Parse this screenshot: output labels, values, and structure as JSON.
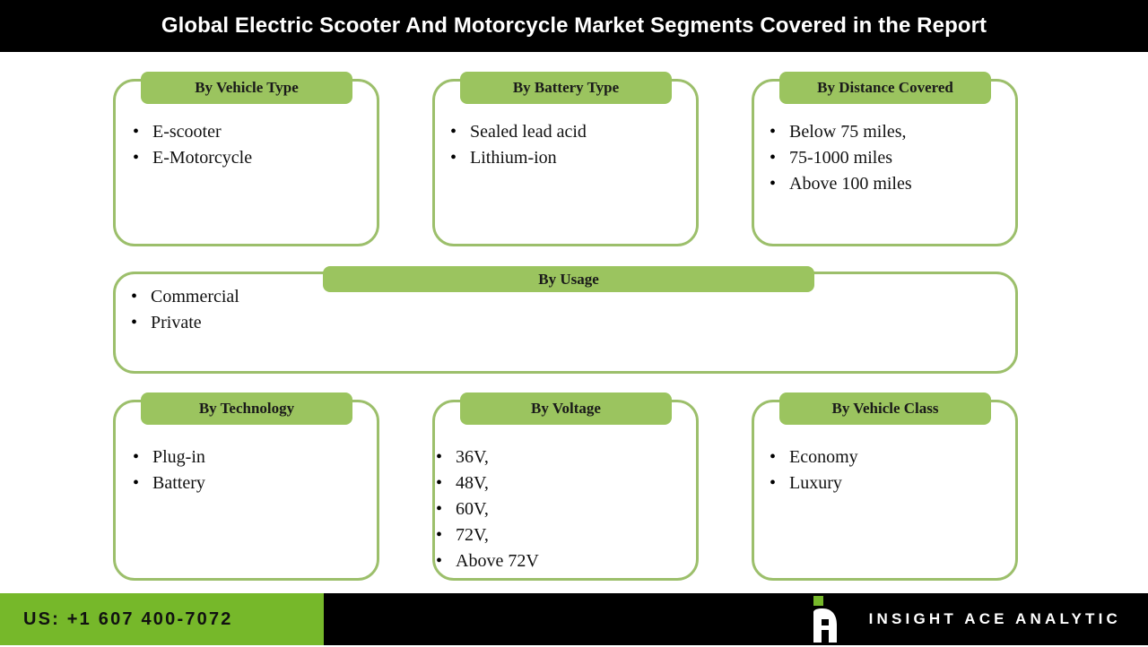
{
  "header": {
    "title": "Global Electric Scooter And Motorcycle Market Segments Covered in the Report",
    "background_color": "#000000",
    "text_color": "#ffffff"
  },
  "theme": {
    "pill_green": "#9BC45F",
    "card_border_green": "#9CBF6B",
    "footer_green": "#76B82A",
    "card_background": "#ffffff",
    "text_color": "#111111"
  },
  "segments": [
    {
      "title": "By Vehicle Type",
      "items": [
        "E-scooter",
        "E-Motorcycle"
      ]
    },
    {
      "title": "By Battery Type",
      "items": [
        "Sealed lead acid",
        "Lithium-ion"
      ]
    },
    {
      "title": "By Distance Covered",
      "items": [
        "Below 75 miles,",
        "75-1000 miles",
        "Above 100 miles"
      ]
    },
    {
      "title": "By Usage",
      "items": [
        "Commercial",
        "Private"
      ]
    },
    {
      "title": "By Technology",
      "items": [
        "Plug-in",
        "Battery"
      ]
    },
    {
      "title": "By Voltage",
      "items": [
        "36V,",
        "48V,",
        "60V,",
        "72V,",
        "Above 72V"
      ]
    },
    {
      "title": "By Vehicle Class",
      "items": [
        "Economy",
        "Luxury"
      ]
    }
  ],
  "bullet_glyph": "•",
  "footer": {
    "phone": "US: +1 607 400-7072",
    "brand_name": "INSIGHT ACE ANALYTIC",
    "logo_icon": "insight-ace-a-mark",
    "logo_accent_color": "#76B82A"
  }
}
